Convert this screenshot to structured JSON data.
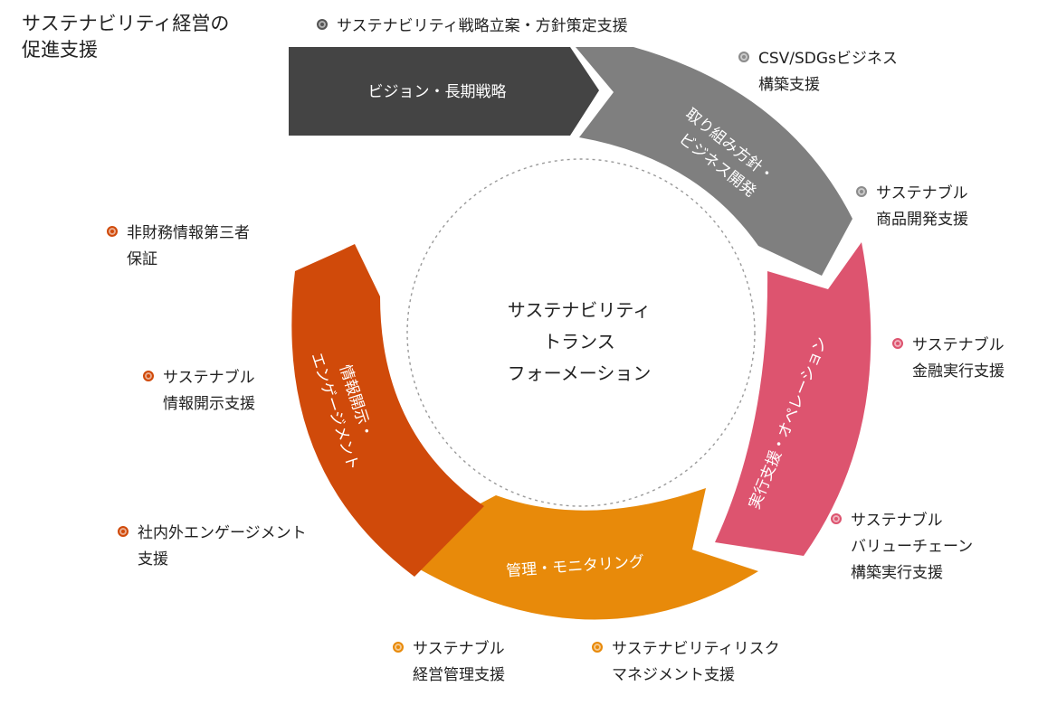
{
  "heading": {
    "line1": "サステナビリティ経営の",
    "line2": "促進支援"
  },
  "center": {
    "line1": "サステナビリティ",
    "line2": "トランス",
    "line3": "フォーメーション"
  },
  "segments": {
    "vision": {
      "label": "ビジョン・長期戦略",
      "color": "#444444"
    },
    "policy": {
      "line1": "取り組み方針・",
      "line2": "ビジネス開発",
      "color": "#7f7f7f"
    },
    "operation": {
      "label": "実行支援・オペレーション",
      "color": "#dd546f"
    },
    "monitoring": {
      "label": "管理・モニタリング",
      "color": "#e88a0a"
    },
    "disclosure": {
      "line1": "情報開示・",
      "line2": "エンゲージメント",
      "color": "#d04a0a"
    }
  },
  "callouts": {
    "strategy": {
      "lines": [
        "サステナビリティ戦略立案・方針策定支援"
      ],
      "color": "#555555"
    },
    "csv": {
      "lines": [
        "CSV/SDGsビジネス",
        "構築支援"
      ],
      "color": "#8c8c8c"
    },
    "product": {
      "lines": [
        "サステナブル",
        "商品開発支援"
      ],
      "color": "#8c8c8c"
    },
    "finance": {
      "lines": [
        "サステナブル",
        "金融実行支援"
      ],
      "color": "#dd546f"
    },
    "value_chain": {
      "lines": [
        "サステナブル",
        "バリューチェーン",
        "構築実行支援"
      ],
      "color": "#dd546f"
    },
    "management": {
      "lines": [
        "サステナブル",
        "経営管理支援"
      ],
      "color": "#e88a0a"
    },
    "risk": {
      "lines": [
        "サステナビリティリスク",
        "マネジメント支援"
      ],
      "color": "#e88a0a"
    },
    "engagement": {
      "lines": [
        "社内外エンゲージメント",
        "支援"
      ],
      "color": "#d04a0a"
    },
    "disclosure": {
      "lines": [
        "サステナブル",
        "情報開示支援"
      ],
      "color": "#d04a0a"
    },
    "assurance": {
      "lines": [
        "非財務情報第三者",
        "保証"
      ],
      "color": "#d04a0a"
    }
  }
}
